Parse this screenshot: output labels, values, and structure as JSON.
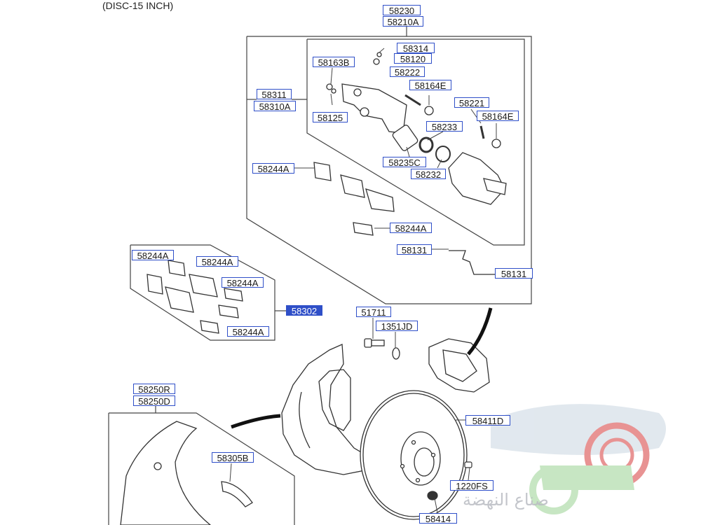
{
  "caption": "(DISC-15 INCH)",
  "labels": {
    "l58230": "58230",
    "l58210A": "58210A",
    "l58314": "58314",
    "l58120": "58120",
    "l58163B": "58163B",
    "l58222": "58222",
    "l58164E_a": "58164E",
    "l58311": "58311",
    "l58310A": "58310A",
    "l58125": "58125",
    "l58221": "58221",
    "l58164E_b": "58164E",
    "l58233": "58233",
    "l58235C": "58235C",
    "l58232": "58232",
    "l58244A_a": "58244A",
    "l58244A_b": "58244A",
    "l58131_a": "58131",
    "l58131_b": "58131",
    "l58244A_c": "58244A",
    "l58244A_d": "58244A",
    "l58244A_e": "58244A",
    "l58244A_f": "58244A",
    "l58302": "58302",
    "l51711": "51711",
    "l1351JD": "1351JD",
    "l58250R": "58250R",
    "l58250D": "58250D",
    "l58411D": "58411D",
    "l58305B": "58305B",
    "l1220FS": "1220FS",
    "l58414": "58414"
  },
  "watermark": "صناع النهضة",
  "colors": {
    "label_border": "#2f4fc8",
    "label_highlight_bg": "#2f4fc8",
    "line": "#444444",
    "watermark_red": "#d63b3b",
    "watermark_green": "#7fc47a",
    "watermark_blue": "#9fb9cf"
  }
}
